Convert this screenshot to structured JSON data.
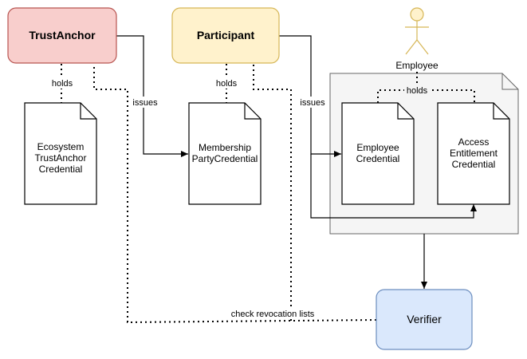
{
  "nodes": {
    "trust_anchor": {
      "label": "TrustAnchor",
      "fill": "#f8cecc",
      "stroke": "#b85450"
    },
    "participant": {
      "label": "Participant",
      "fill": "#fff2cc",
      "stroke": "#d6b656"
    },
    "verifier": {
      "label": "Verifier",
      "fill": "#dae8fc",
      "stroke": "#6c8ebf"
    },
    "employee": {
      "label": "Employee",
      "fill": "#fff2cc",
      "stroke": "#d6b656"
    },
    "wallet": {
      "fill": "#f5f5f5",
      "stroke": "#666666"
    }
  },
  "documents": {
    "ecosystem": [
      "Ecosystem",
      "TrustAnchor",
      "Credential"
    ],
    "membership": [
      "Membership",
      "PartyCredential"
    ],
    "employee_cred": [
      "Employee",
      "Credential"
    ],
    "access": [
      "Access",
      "Entitlement",
      "Credential"
    ]
  },
  "edge_labels": {
    "ta_holds": "holds",
    "ta_issues": "issues",
    "p_holds": "holds",
    "p_issues": "issues",
    "emp_holds": "holds",
    "check": "check revocation lists"
  }
}
